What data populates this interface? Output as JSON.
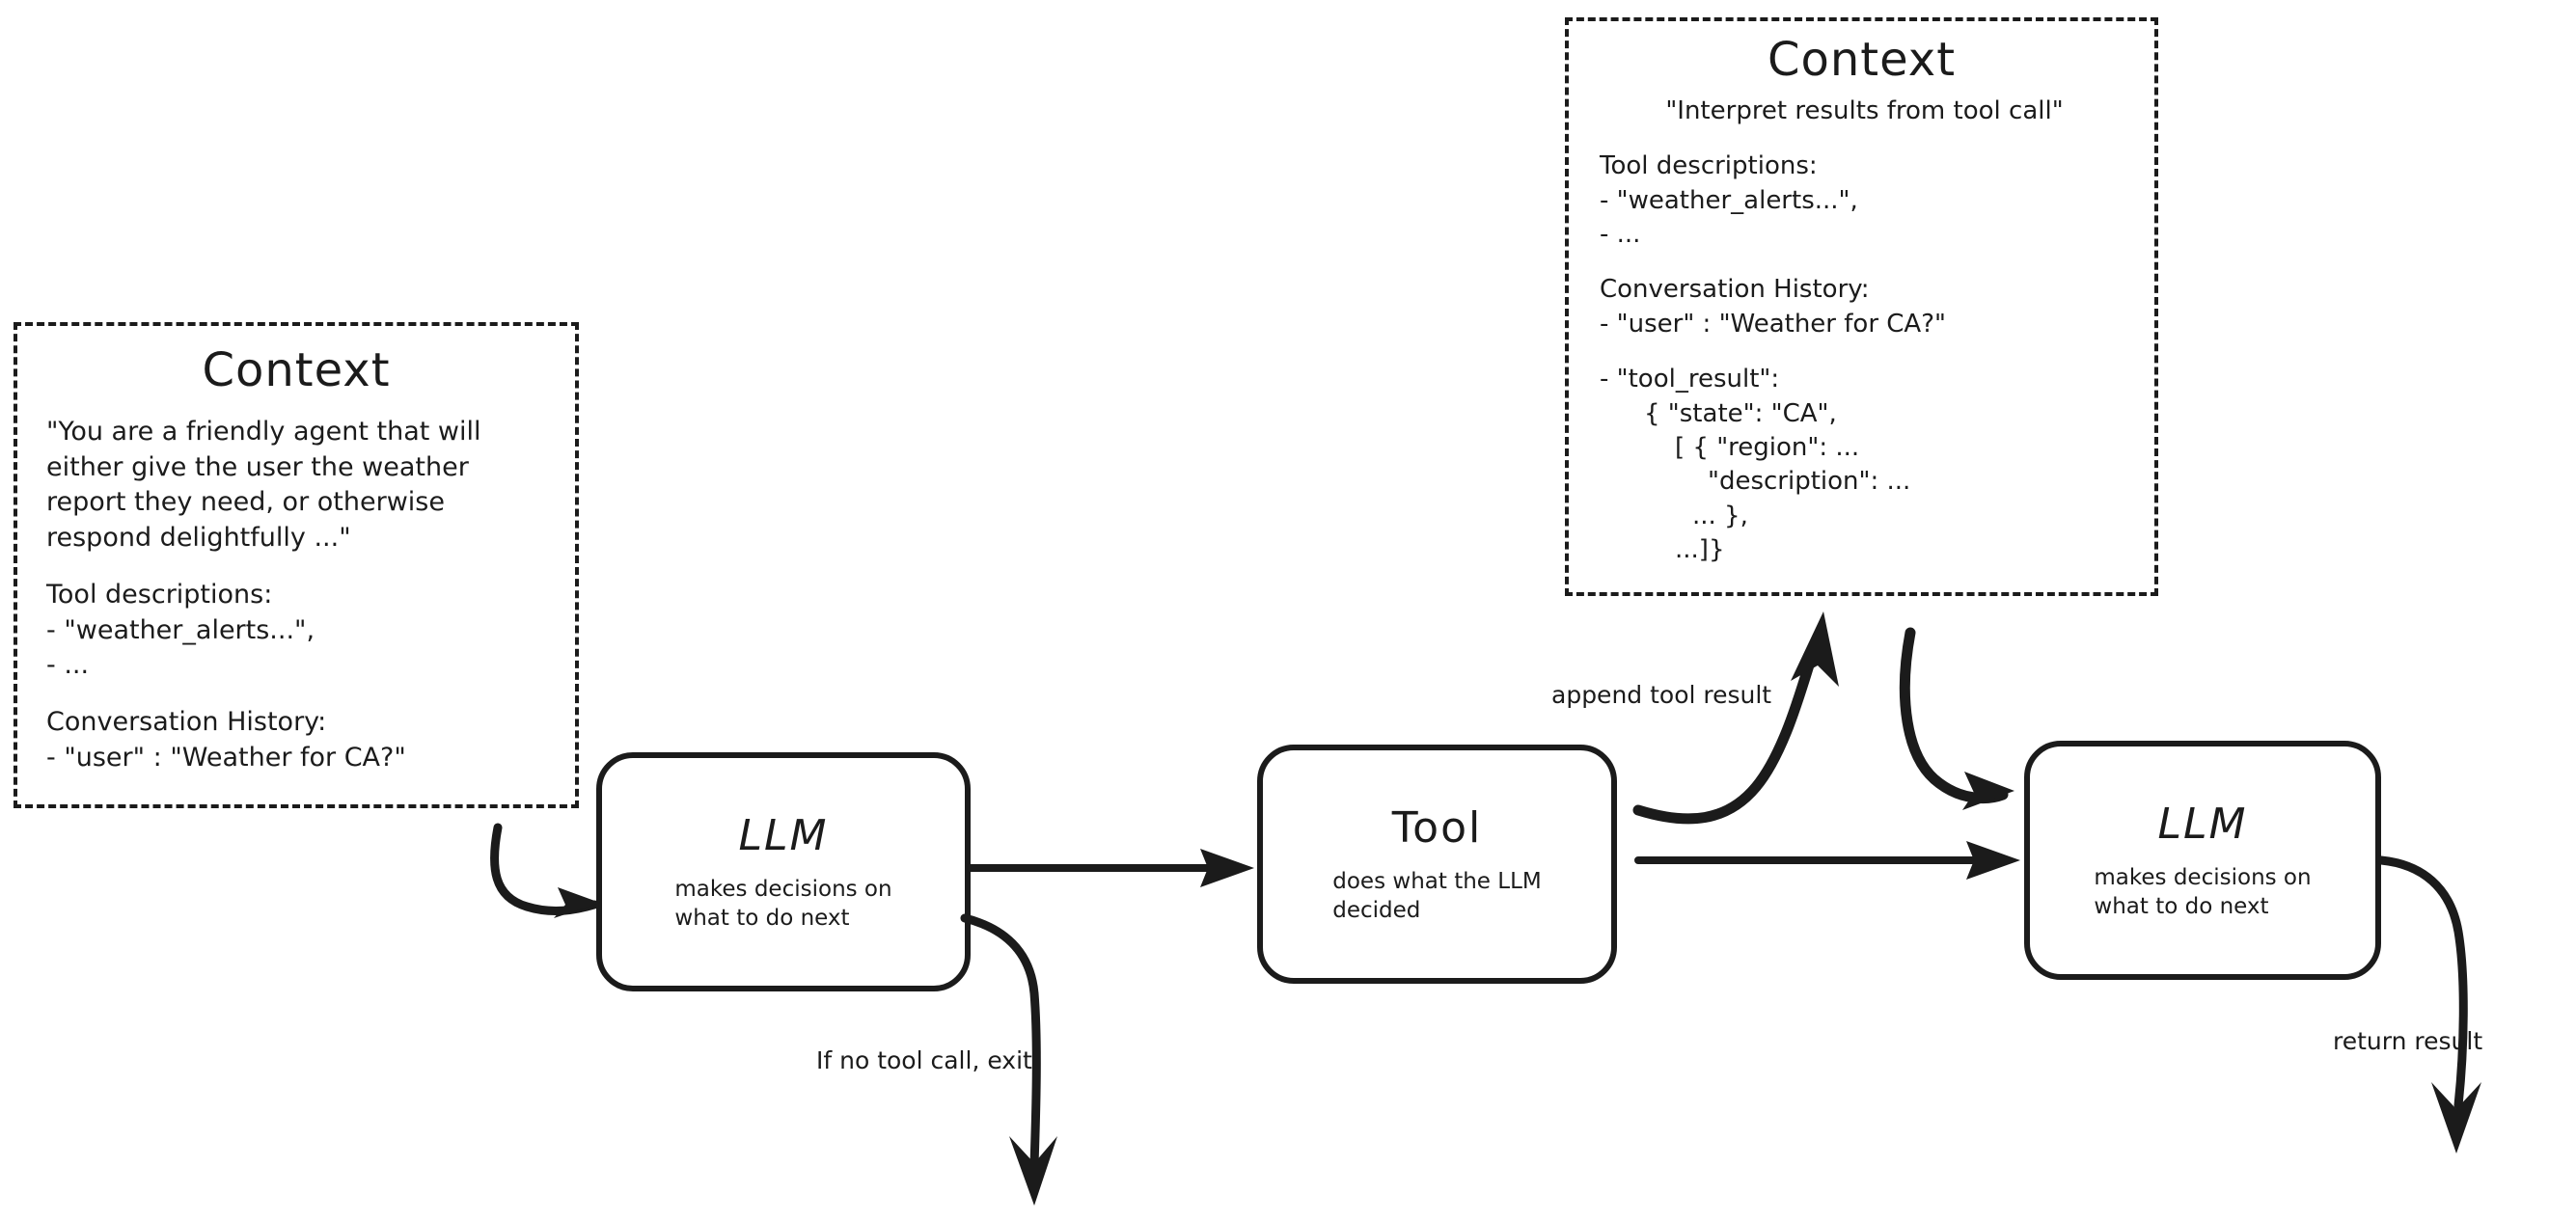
{
  "diagram": {
    "title": "Agent loop with LLM, Tool and Context",
    "accent_color": "#1b1b1b",
    "background_color": "#ffffff"
  },
  "context_left": {
    "title": "Context",
    "system_prompt": "\"You are a friendly agent that will\neither give the user the weather\nreport they need, or otherwise\nrespond delightfully ...\"",
    "tool_descriptions_header": "Tool descriptions:",
    "tool_descriptions_item_1": "- \"weather_alerts...\",",
    "tool_descriptions_item_2": "- ...",
    "conversation_header": "Conversation History:",
    "conversation_item_1": "- \"user\" : \"Weather for CA?\""
  },
  "context_right": {
    "title": "Context",
    "system_prompt": "\"Interpret results from tool call\"",
    "tool_descriptions_header": "Tool descriptions:",
    "tool_descriptions_item_1": "- \"weather_alerts...\",",
    "tool_descriptions_item_2": "- ...",
    "conversation_header": "Conversation History:",
    "conversation_item_1": "- \"user\" : \"Weather for CA?\"",
    "tool_result_header": "- \"tool_result\":",
    "tool_result_line_1": "{ \"state\": \"CA\",",
    "tool_result_line_2": "[ { \"region\": ...",
    "tool_result_line_3": "\"description\": ...",
    "tool_result_line_4": "... },",
    "tool_result_line_5": "...]}"
  },
  "nodes": {
    "llm_1": {
      "title": "LLM",
      "subtitle": "makes decisions on\nwhat to do next"
    },
    "tool": {
      "title": "Tool",
      "subtitle": "does what the LLM\ndecided"
    },
    "llm_2": {
      "title": "LLM",
      "subtitle": "makes decisions on\nwhat to do next"
    }
  },
  "edges": {
    "context_to_llm": "",
    "llm_to_tool": "",
    "append_tool_result": "append tool result",
    "if_no_tool_call_exit": "If no tool call, exit",
    "context_to_llm2": "",
    "tool_to_llm2": "",
    "return_result": "return result"
  }
}
